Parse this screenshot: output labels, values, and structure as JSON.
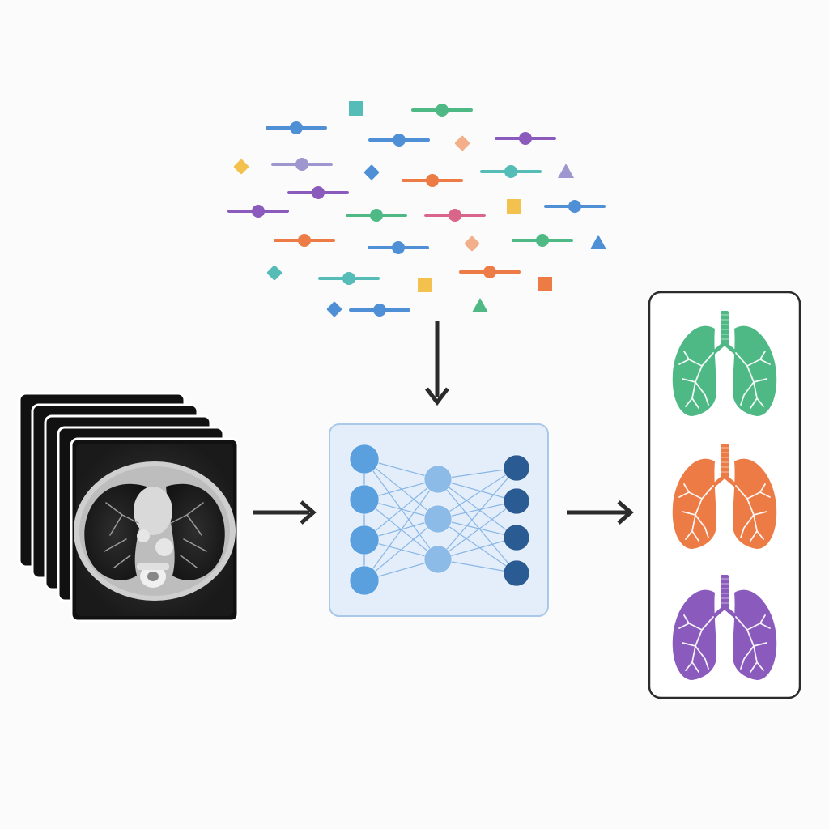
{
  "colors": {
    "background": "#fbfbfb",
    "arrow": "#2b2b2b",
    "blue": "#4f8fd6",
    "green": "#4fb986",
    "orange": "#ec7b45",
    "purple": "#8a5bbd",
    "teal": "#56bcb8",
    "yellow": "#f3c24e",
    "lavender": "#9d96cf",
    "peach": "#f3ae8a",
    "pink": "#d9658b",
    "network_panel_fill": "#e4eefa",
    "network_panel_stroke": "#a9c8ea",
    "node_input": "#5aa0df",
    "node_hidden": "#8dbbe8",
    "node_output": "#2a5c93",
    "output_panel_stroke": "#2b2b2b"
  },
  "diagram": {
    "ct_stack": {
      "slice_count": 5,
      "icon": "ct-scan-slice-icon"
    },
    "features": {
      "icon": "feature-slider-icon"
    },
    "network": {
      "layers": [
        4,
        3,
        4
      ],
      "icon": "neural-network-icon"
    },
    "outputs": [
      {
        "name": "lung-green",
        "color": "#4fb986",
        "icon": "lung-icon"
      },
      {
        "name": "lung-orange",
        "color": "#ec7b45",
        "icon": "lung-icon"
      },
      {
        "name": "lung-purple",
        "color": "#8a5bbd",
        "icon": "lung-icon"
      }
    ]
  }
}
